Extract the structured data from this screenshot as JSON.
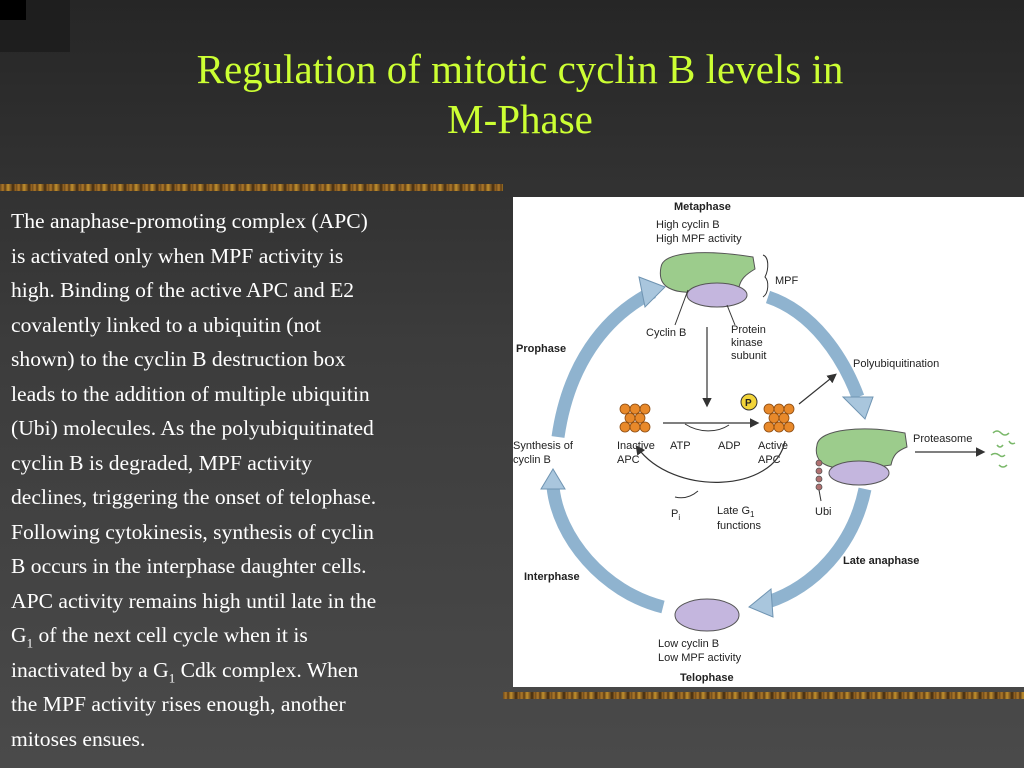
{
  "title": {
    "line1": "Regulation of mitotic cyclin B levels in",
    "line2": "M-Phase"
  },
  "body": {
    "lines": [
      "The anaphase-promoting complex (APC)",
      "is activated only when MPF activity is",
      "high. Binding of the active APC and E2",
      "covalently linked to a ubiquitin (not",
      "shown) to the cyclin B destruction box",
      "leads to the addition of multiple ubiquitin",
      "(Ubi) molecules. As the polyubiquitinated",
      "cyclin B is degraded, MPF activity",
      "declines, triggering the onset of telophase.",
      "Following cytokinesis, synthesis of cyclin",
      "B occurs in the interphase daughter cells.",
      "APC activity remains high until late in the"
    ],
    "g1_line_a": "G",
    "g1_sub": "1",
    "g1_line_b": " of the next cell cycle when it is",
    "inact_a": "inactivated by a G",
    "inact_sub": "1",
    "inact_b": " Cdk complex. When",
    "last_lines": [
      "the MPF activity rises enough, another",
      "mitoses ensues."
    ]
  },
  "figure": {
    "metaphase": "Metaphase",
    "high_cyclin": "High cyclin B",
    "high_mpf": "High MPF activity",
    "mpf": "MPF",
    "cyclin_b": "Cyclin B",
    "protein": "Protein",
    "kinase": "kinase",
    "subunit": "subunit",
    "prophase": "Prophase",
    "polyubi": "Polyubiquitination",
    "proteasome": "Proteasome",
    "synthesis1": "Synthesis of",
    "synthesis2": "cyclin B",
    "inactive1": "Inactive",
    "inactive2": "APC",
    "atp": "ATP",
    "adp": "ADP",
    "active1": "Active",
    "active2": "APC",
    "p_badge": "P",
    "pi": "P",
    "pi_sub": "i",
    "late_g1_a": "Late G",
    "late_g1_sub": "1",
    "functions": "functions",
    "ubi": "Ubi",
    "late_anaphase": "Late anaphase",
    "interphase": "Interphase",
    "low_cyclin": "Low cyclin B",
    "low_mpf": "Low MPF activity",
    "telophase": "Telophase"
  },
  "colors": {
    "title": "#ccff33",
    "cyclin_green": "#9ccc8c",
    "kinase_purple": "#c4b6de",
    "apc_orange": "#e8892a",
    "arrow_blue": "#a9c6dd",
    "p_badge": "#f2d43a"
  }
}
